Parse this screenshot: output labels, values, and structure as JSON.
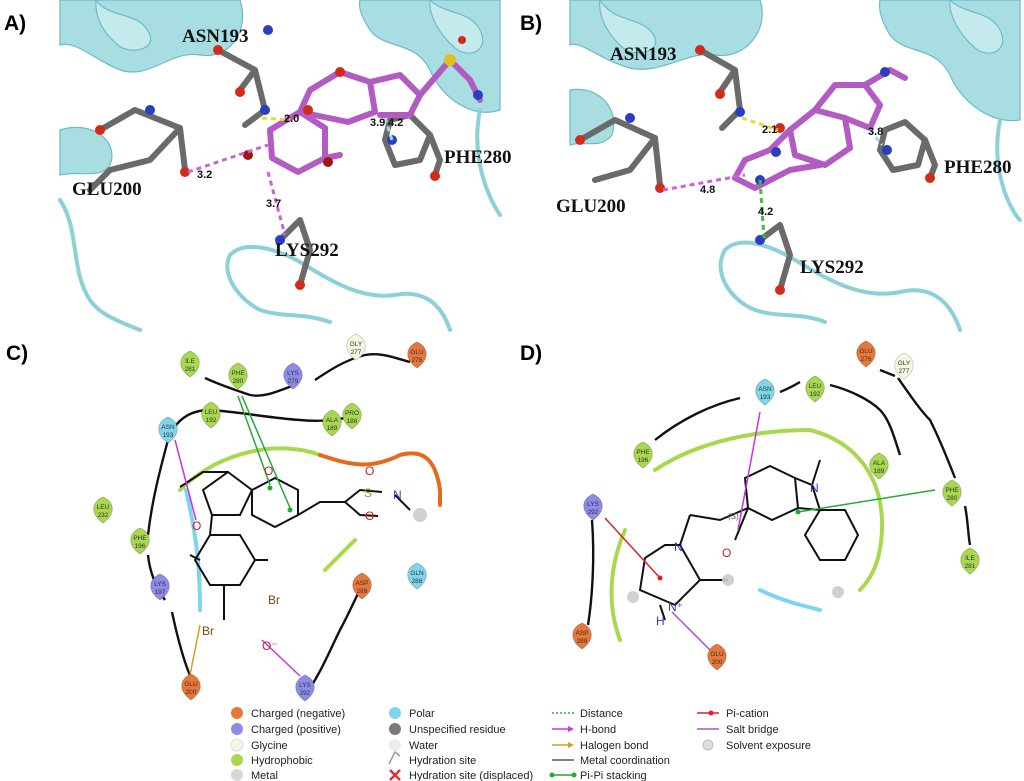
{
  "panels": {
    "a": {
      "letter": "A)",
      "residues": [
        "ASN193",
        "GLU200",
        "PHE280",
        "LYS292"
      ],
      "distances": [
        "2.0",
        "3.2",
        "3.7",
        "3.9",
        "4.2"
      ]
    },
    "b": {
      "letter": "B)",
      "residues": [
        "ASN193",
        "GLU200",
        "PHE280",
        "LYS292"
      ],
      "distances": [
        "2.1",
        "4.8",
        "4.2",
        "3.8"
      ]
    },
    "c": {
      "letter": "C)",
      "nodes": [
        {
          "name": "ILE",
          "num": "281",
          "kind": "hydrophobic"
        },
        {
          "name": "PHE",
          "num": "280",
          "kind": "hydrophobic"
        },
        {
          "name": "LYS",
          "num": "279",
          "kind": "positive"
        },
        {
          "name": "GLY",
          "num": "277",
          "kind": "glycine"
        },
        {
          "name": "GLU",
          "num": "276",
          "kind": "negative"
        },
        {
          "name": "LEU",
          "num": "192",
          "kind": "hydrophobic"
        },
        {
          "name": "ALA",
          "num": "189",
          "kind": "hydrophobic"
        },
        {
          "name": "PRO",
          "num": "188",
          "kind": "hydrophobic"
        },
        {
          "name": "ASN",
          "num": "193",
          "kind": "polar"
        },
        {
          "name": "LEU",
          "num": "232",
          "kind": "hydrophobic"
        },
        {
          "name": "PHE",
          "num": "196",
          "kind": "hydrophobic"
        },
        {
          "name": "LYS",
          "num": "197",
          "kind": "positive"
        },
        {
          "name": "ASP",
          "num": "289",
          "kind": "negative"
        },
        {
          "name": "GLN",
          "num": "288",
          "kind": "polar"
        },
        {
          "name": "GLU",
          "num": "200",
          "kind": "negative"
        },
        {
          "name": "LYS",
          "num": "292",
          "kind": "positive"
        }
      ],
      "atoms": [
        "O",
        "O",
        "S",
        "O",
        "O",
        "N",
        "Br",
        "Br",
        "O⁻"
      ]
    },
    "d": {
      "letter": "D)",
      "nodes": [
        {
          "name": "GLU",
          "num": "276",
          "kind": "negative"
        },
        {
          "name": "GLY",
          "num": "277",
          "kind": "glycine"
        },
        {
          "name": "ASN",
          "num": "193",
          "kind": "polar"
        },
        {
          "name": "LEU",
          "num": "192",
          "kind": "hydrophobic"
        },
        {
          "name": "PHE",
          "num": "196",
          "kind": "hydrophobic"
        },
        {
          "name": "ALA",
          "num": "189",
          "kind": "hydrophobic"
        },
        {
          "name": "PHE",
          "num": "280",
          "kind": "hydrophobic"
        },
        {
          "name": "ILE",
          "num": "281",
          "kind": "hydrophobic"
        },
        {
          "name": "LYS",
          "num": "292",
          "kind": "positive"
        },
        {
          "name": "ASP",
          "num": "289",
          "kind": "negative"
        },
        {
          "name": "GLU",
          "num": "200",
          "kind": "negative"
        }
      ],
      "atoms": [
        "N",
        "(S)",
        "O",
        "N",
        "N⁺",
        "H"
      ]
    }
  },
  "legend": {
    "residue_types": [
      {
        "label": "Charged (negative)",
        "color": "#e8773a"
      },
      {
        "label": "Charged (positive)",
        "color": "#8c8ce8"
      },
      {
        "label": "Glycine",
        "color": "#f5f5e0"
      },
      {
        "label": "Hydrophobic",
        "color": "#a8d84e"
      },
      {
        "label": "Metal",
        "color": "#d8d8d8"
      }
    ],
    "site_types": [
      {
        "label": "Polar",
        "color": "#7fd6ec"
      },
      {
        "label": "Unspecified residue",
        "color": "#7a7a7a"
      },
      {
        "label": "Water",
        "color": "#ececec"
      },
      {
        "label": "Hydration site",
        "color": "#999999"
      },
      {
        "label": "Hydration site (displaced)",
        "color": "#e03030"
      }
    ],
    "interactions": [
      {
        "label": "Distance",
        "color": "#33aa33"
      },
      {
        "label": "H-bond",
        "color": "#cc33dd"
      },
      {
        "label": "Halogen bond",
        "color": "#d4a020"
      },
      {
        "label": "Metal coordination",
        "color": "#555555"
      },
      {
        "label": "Pi-Pi stacking",
        "color": "#22aa33"
      }
    ],
    "others": [
      {
        "label": "Pi-cation",
        "color": "#e02020"
      },
      {
        "label": "Salt bridge",
        "color": "#b050d0"
      },
      {
        "label": "Solvent exposure",
        "color": "#cccccc"
      }
    ]
  },
  "colors": {
    "ribbon": "#a8dde2",
    "ribbon_edge": "#6cbcc6",
    "ligand": "#b25bc2",
    "stick": "#6a6a6a",
    "hydrophobic": "#a8d84e",
    "negative": "#e8773a",
    "positive": "#8c8ce8",
    "polar": "#7fd6ec",
    "glycine": "#f5f5e0"
  }
}
